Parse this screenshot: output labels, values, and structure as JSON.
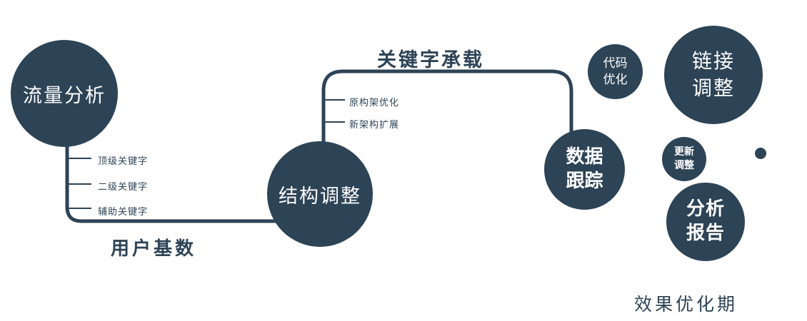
{
  "diagram": {
    "colors": {
      "primary": "#2d4356"
    },
    "circles": {
      "traffic": {
        "label": "流量分析"
      },
      "structure": {
        "label": "结构调整"
      },
      "tracking": {
        "line1": "数据",
        "line2": "跟踪"
      },
      "code": {
        "line1": "代码",
        "line2": "优化"
      },
      "link": {
        "line1": "链接",
        "line2": "调整"
      },
      "update": {
        "line1": "更新",
        "line2": "调整"
      },
      "report": {
        "line1": "分析",
        "line2": "报告"
      }
    },
    "edge_labels": {
      "keyword_bearing": "关键字承载",
      "user_base": "用户基数"
    },
    "caption": "效果优化期",
    "left_ticks": [
      "顶级关键字",
      "二级关键字",
      "辅助关键字"
    ],
    "mid_ticks": [
      "原构架优化",
      "新架构扩展"
    ]
  }
}
